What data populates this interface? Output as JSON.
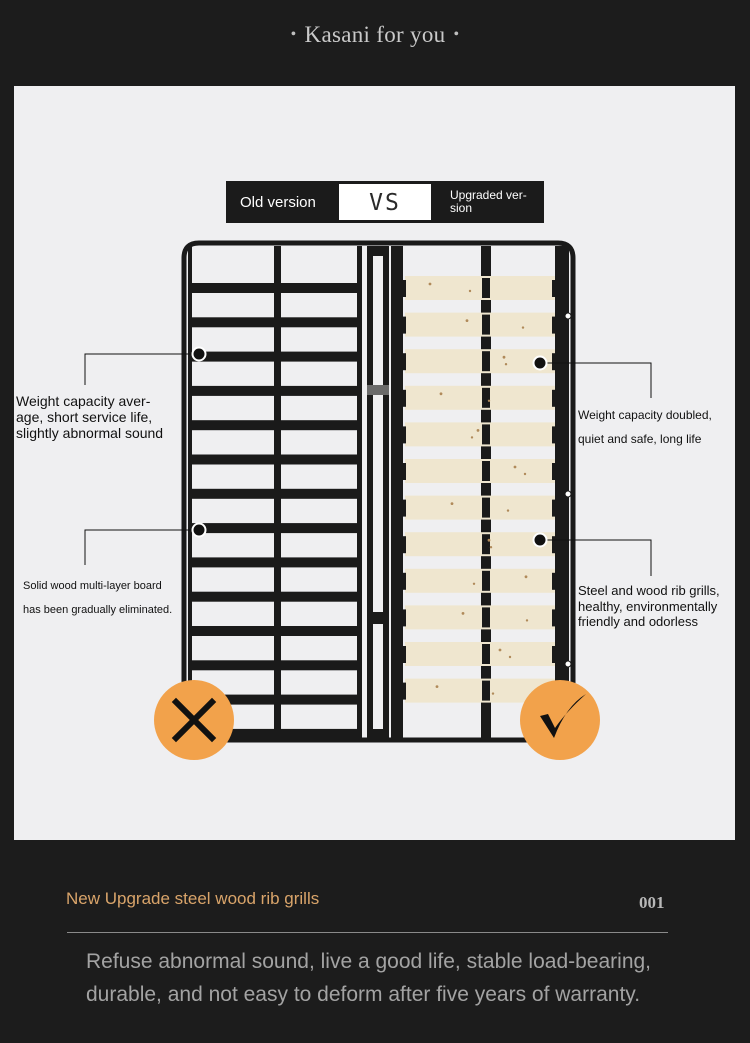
{
  "brand": {
    "text": "Kasani for you"
  },
  "comparison": {
    "old_label": "Old version",
    "vs_label": "VS",
    "new_label": "Upgraded version",
    "new_label_line1": "Upgraded ver-",
    "new_label_line2": "sion"
  },
  "callouts": {
    "old_top": [
      "Weight capacity aver-",
      "age, short service life,",
      "slightly abnormal sound"
    ],
    "old_bottom": [
      "Solid wood multi-layer board",
      "has been gradually eliminated."
    ],
    "new_top": [
      "Weight capacity doubled,",
      "quiet and safe, long life"
    ],
    "new_bottom": [
      "Steel and wood rib grills,",
      "healthy, environmentally",
      "friendly and odorless"
    ]
  },
  "badges": {
    "old": "cross-icon",
    "new": "check-icon",
    "color": "#f2a24b"
  },
  "footer": {
    "title": "New Upgrade steel wood rib grills",
    "number": "001",
    "description": "Refuse abnormal sound, live a good life, stable load-bearing, durable, and not easy to deform after five years of warranty."
  },
  "colors": {
    "background": "#1c1c1c",
    "panel": "#efeff1",
    "accent": "#d9a46a",
    "badge": "#f2a24b",
    "frame": "#1a1a1a",
    "slat": "#efe6cf"
  }
}
